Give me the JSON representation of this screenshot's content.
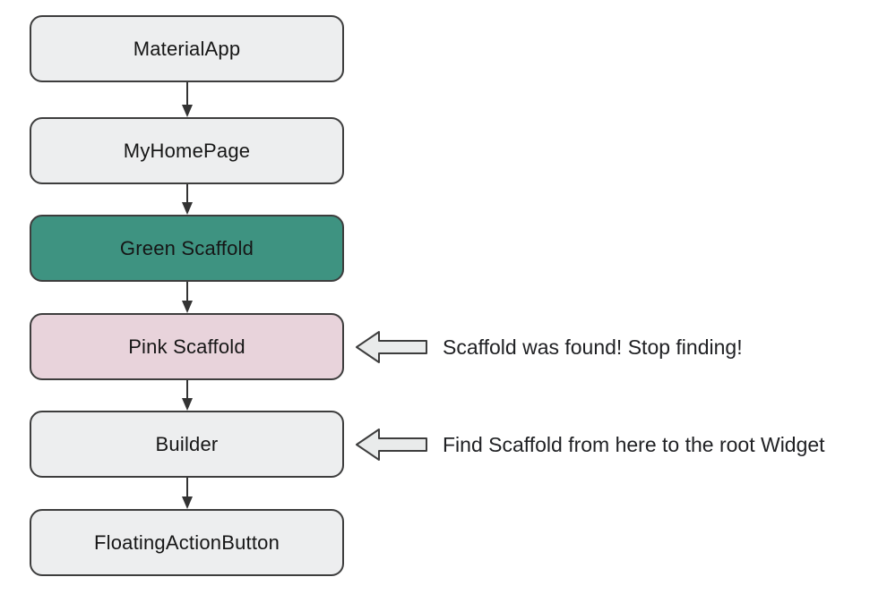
{
  "diagram": {
    "description": "Flutter widget tree showing Scaffold lookup from a Builder context",
    "nodes": [
      {
        "label": "MaterialApp",
        "variant": "default"
      },
      {
        "label": "MyHomePage",
        "variant": "default"
      },
      {
        "label": "Green Scaffold",
        "variant": "green"
      },
      {
        "label": "Pink Scaffold",
        "variant": "pink"
      },
      {
        "label": "Builder",
        "variant": "default"
      },
      {
        "label": "FloatingActionButton",
        "variant": "default"
      }
    ],
    "annotations": [
      {
        "text": "Scaffold was found! Stop finding!",
        "target": "Pink Scaffold"
      },
      {
        "text": "Find Scaffold from here to the root Widget",
        "target": "Builder"
      }
    ],
    "colors": {
      "node_fill": "#edeeef",
      "node_border": "#3d3d3d",
      "green_fill": "#3e9381",
      "pink_fill": "#e8d3db",
      "block_arrow_fill": "#e9ebeb",
      "block_arrow_stroke": "#3d3d3d",
      "connector": "#333333",
      "text": "#1c1c1c"
    }
  }
}
